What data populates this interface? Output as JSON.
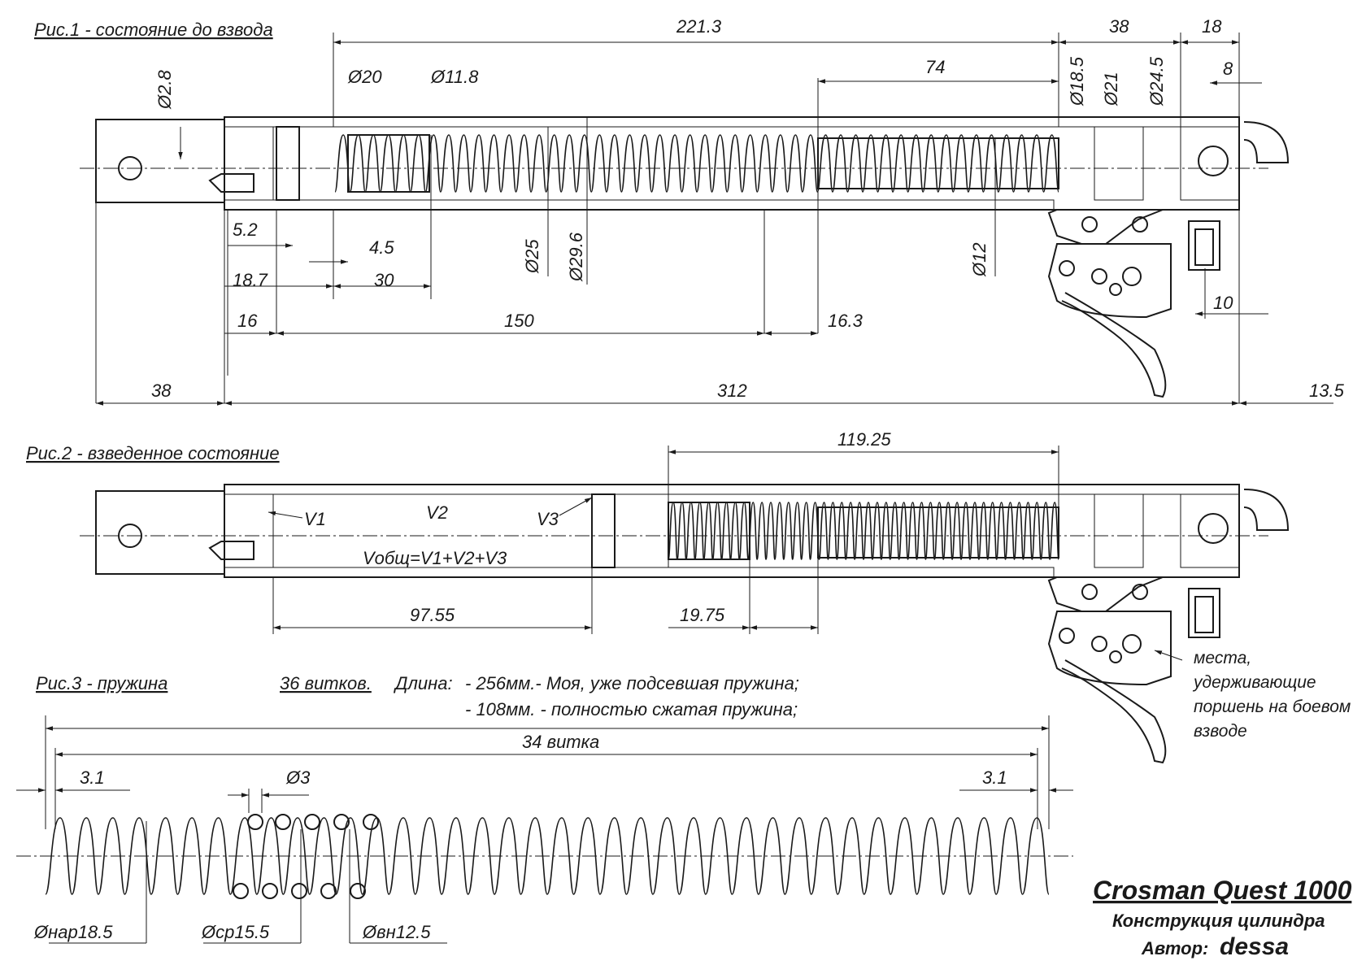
{
  "figures": {
    "fig1_title": "Рис.1 - состояние до взвода",
    "fig2_title": "Рис.2 - взведенное состояние",
    "fig3_title": "Рис.3 - пружина"
  },
  "fig1_dims": {
    "d221_3": "221.3",
    "d38_top": "38",
    "d18": "18",
    "d74": "74",
    "d8": "8",
    "dia2_8": "Ø2.8",
    "dia20": "Ø20",
    "dia11_8": "Ø11.8",
    "dia18_5": "Ø18.5",
    "dia21": "Ø21",
    "dia24_5": "Ø24.5",
    "d5_2": "5.2",
    "d4_5": "4.5",
    "d18_7": "18.7",
    "d30": "30",
    "dia25": "Ø25",
    "dia29_6": "Ø29.6",
    "dia12": "Ø12",
    "d10": "10",
    "d16": "16",
    "d150": "150",
    "d16_3": "16.3",
    "d38_bottom": "38",
    "d312": "312",
    "d13_5": "13.5"
  },
  "fig2_dims": {
    "d119_25": "119.25",
    "v1": "V1",
    "v2": "V2",
    "v3": "V3",
    "volume_formula": "Vобщ=V1+V2+V3",
    "d97_55": "97.55",
    "d19_75": "19.75"
  },
  "fig2_note": {
    "line1": "места,",
    "line2": "удерживающие",
    "line3": "поршень на боевом",
    "line4": "взводе"
  },
  "spring": {
    "turns_label": "36 витков.",
    "length_label": "Длина:",
    "line1": "- 256мм.- Моя, уже подсевшая пружина;",
    "line2": "- 108мм. - полностью сжатая пружина;",
    "d34_turns": "34 витка",
    "d3_1_left": "3.1",
    "d3_1_right": "3.1",
    "dia3": "Ø3",
    "dia_outer": "Øнар18.5",
    "dia_mid": "Øср15.5",
    "dia_inner": "Øвн12.5"
  },
  "title_block": {
    "title": "Crosman Quest 1000",
    "subtitle": "Конструкция цилиндра",
    "author_label": "Автор:",
    "author": "dessa"
  }
}
